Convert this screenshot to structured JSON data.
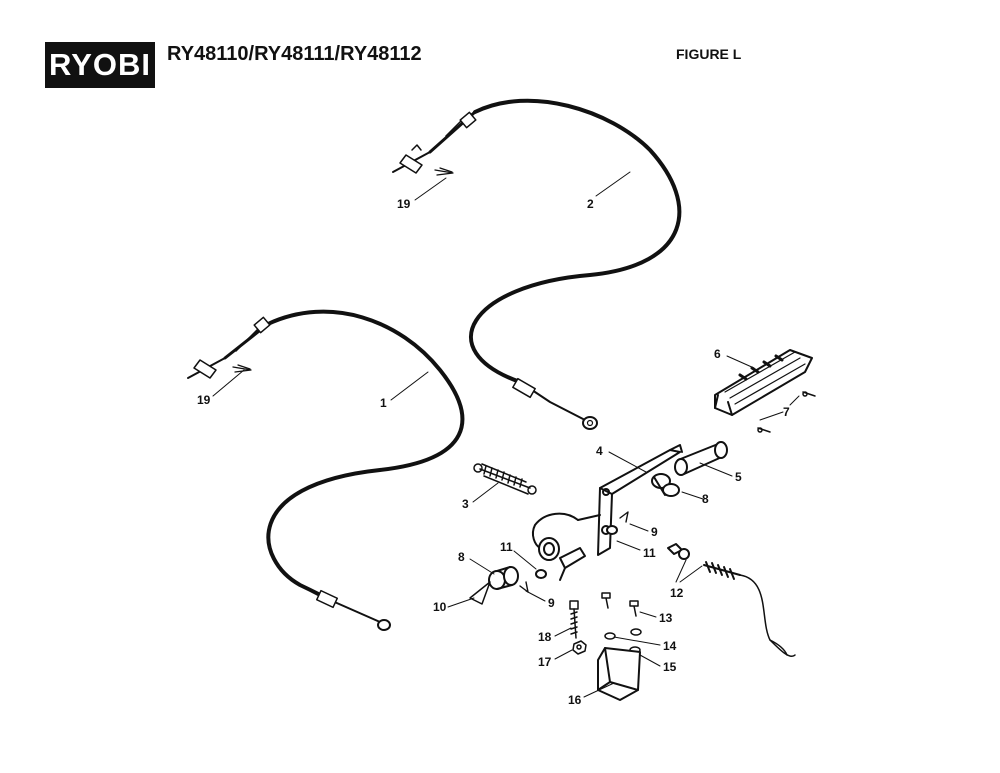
{
  "header": {
    "brand": "RYOBI",
    "models": "RY48110/RY48111/RY48112",
    "figure": "FIGURE L"
  },
  "callouts": {
    "c1": "1",
    "c2": "2",
    "c3": "3",
    "c4": "4",
    "c5": "5",
    "c6": "6",
    "c7": "7",
    "c8a": "8",
    "c8b": "8",
    "c9a": "9",
    "c9b": "9",
    "c10": "10",
    "c11a": "11",
    "c11b": "11",
    "c12": "12",
    "c13": "13",
    "c14": "14",
    "c15": "15",
    "c16": "16",
    "c17": "17",
    "c18": "18",
    "c19a": "19",
    "c19b": "19"
  },
  "colors": {
    "ink": "#111111",
    "paper": "#ffffff"
  }
}
